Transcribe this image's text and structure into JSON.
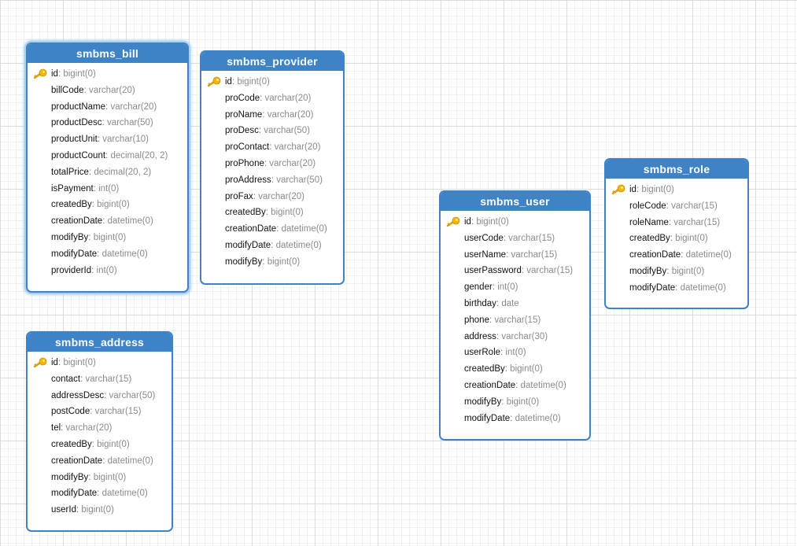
{
  "entities": [
    {
      "key": "bill",
      "title": "smbms_bill",
      "selected": true,
      "fields": [
        {
          "name": "id",
          "type": "bigint(0)",
          "pk": true
        },
        {
          "name": "billCode",
          "type": "varchar(20)"
        },
        {
          "name": "productName",
          "type": "varchar(20)"
        },
        {
          "name": "productDesc",
          "type": "varchar(50)"
        },
        {
          "name": "productUnit",
          "type": "varchar(10)"
        },
        {
          "name": "productCount",
          "type": "decimal(20, 2)"
        },
        {
          "name": "totalPrice",
          "type": "decimal(20, 2)"
        },
        {
          "name": "isPayment",
          "type": "int(0)"
        },
        {
          "name": "createdBy",
          "type": "bigint(0)"
        },
        {
          "name": "creationDate",
          "type": "datetime(0)"
        },
        {
          "name": "modifyBy",
          "type": "bigint(0)"
        },
        {
          "name": "modifyDate",
          "type": "datetime(0)"
        },
        {
          "name": "providerId",
          "type": "int(0)"
        }
      ]
    },
    {
      "key": "provider",
      "title": "smbms_provider",
      "fields": [
        {
          "name": "id",
          "type": "bigint(0)",
          "pk": true
        },
        {
          "name": "proCode",
          "type": "varchar(20)"
        },
        {
          "name": "proName",
          "type": "varchar(20)"
        },
        {
          "name": "proDesc",
          "type": "varchar(50)"
        },
        {
          "name": "proContact",
          "type": "varchar(20)"
        },
        {
          "name": "proPhone",
          "type": "varchar(20)"
        },
        {
          "name": "proAddress",
          "type": "varchar(50)"
        },
        {
          "name": "proFax",
          "type": "varchar(20)"
        },
        {
          "name": "createdBy",
          "type": "bigint(0)"
        },
        {
          "name": "creationDate",
          "type": "datetime(0)"
        },
        {
          "name": "modifyDate",
          "type": "datetime(0)"
        },
        {
          "name": "modifyBy",
          "type": "bigint(0)"
        }
      ]
    },
    {
      "key": "address",
      "title": "smbms_address",
      "fields": [
        {
          "name": "id",
          "type": "bigint(0)",
          "pk": true
        },
        {
          "name": "contact",
          "type": "varchar(15)"
        },
        {
          "name": "addressDesc",
          "type": "varchar(50)"
        },
        {
          "name": "postCode",
          "type": "varchar(15)"
        },
        {
          "name": "tel",
          "type": "varchar(20)"
        },
        {
          "name": "createdBy",
          "type": "bigint(0)"
        },
        {
          "name": "creationDate",
          "type": "datetime(0)"
        },
        {
          "name": "modifyBy",
          "type": "bigint(0)"
        },
        {
          "name": "modifyDate",
          "type": "datetime(0)"
        },
        {
          "name": "userId",
          "type": "bigint(0)"
        }
      ]
    },
    {
      "key": "user",
      "title": "smbms_user",
      "fields": [
        {
          "name": "id",
          "type": "bigint(0)",
          "pk": true
        },
        {
          "name": "userCode",
          "type": "varchar(15)"
        },
        {
          "name": "userName",
          "type": "varchar(15)"
        },
        {
          "name": "userPassword",
          "type": "varchar(15)"
        },
        {
          "name": "gender",
          "type": "int(0)"
        },
        {
          "name": "birthday",
          "type": "date"
        },
        {
          "name": "phone",
          "type": "varchar(15)"
        },
        {
          "name": "address",
          "type": "varchar(30)"
        },
        {
          "name": "userRole",
          "type": "int(0)"
        },
        {
          "name": "createdBy",
          "type": "bigint(0)"
        },
        {
          "name": "creationDate",
          "type": "datetime(0)"
        },
        {
          "name": "modifyBy",
          "type": "bigint(0)"
        },
        {
          "name": "modifyDate",
          "type": "datetime(0)"
        }
      ]
    },
    {
      "key": "role",
      "title": "smbms_role",
      "fields": [
        {
          "name": "id",
          "type": "bigint(0)",
          "pk": true
        },
        {
          "name": "roleCode",
          "type": "varchar(15)"
        },
        {
          "name": "roleName",
          "type": "varchar(15)"
        },
        {
          "name": "createdBy",
          "type": "bigint(0)"
        },
        {
          "name": "creationDate",
          "type": "datetime(0)"
        },
        {
          "name": "modifyBy",
          "type": "bigint(0)"
        },
        {
          "name": "modifyDate",
          "type": "datetime(0)"
        }
      ]
    }
  ],
  "colors": {
    "header": "#3d83c5",
    "key_icon": "#f2b705"
  }
}
